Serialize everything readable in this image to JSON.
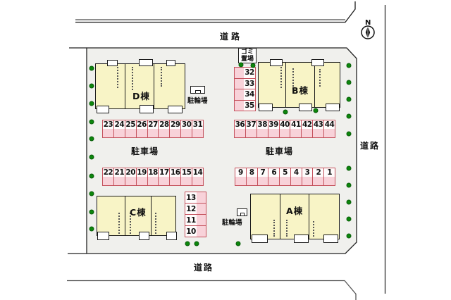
{
  "site": {
    "road_label_top": "道路",
    "road_label_right": "道路",
    "road_label_bottom": "道路",
    "compass_label": "N",
    "parking_area_label_left": "駐車場",
    "parking_area_label_right": "駐車場",
    "bicycle_parking_label_d": "駐輪場",
    "bicycle_parking_label_a": "駐輪場",
    "garbage_label_line1": "ゴミ",
    "garbage_label_line2": "置場",
    "buildings": [
      {
        "label": "D棟"
      },
      {
        "label": "B棟"
      },
      {
        "label": "C棟"
      },
      {
        "label": "A棟"
      }
    ]
  },
  "parking_rows": {
    "row_23_31": [
      "23",
      "24",
      "25",
      "26",
      "27",
      "28",
      "29",
      "30",
      "31"
    ],
    "col_32_35": [
      "32",
      "33",
      "34",
      "35"
    ],
    "row_36_44": [
      "36",
      "37",
      "38",
      "39",
      "40",
      "41",
      "42",
      "43",
      "44"
    ],
    "row_22_14": [
      "22",
      "21",
      "20",
      "19",
      "18",
      "17",
      "16",
      "15",
      "14"
    ],
    "row_9_1": [
      "9",
      "8",
      "7",
      "6",
      "5",
      "4",
      "3",
      "2",
      "1"
    ],
    "col_13_10": [
      "13",
      "12",
      "11",
      "10"
    ]
  },
  "colors": {
    "building_fill": "#f8f4c6",
    "stall_fill": "#f8d2d9",
    "stall_border": "#c4515c",
    "property_fill": "#f0f0ed",
    "tree_green": "#0c870c"
  }
}
